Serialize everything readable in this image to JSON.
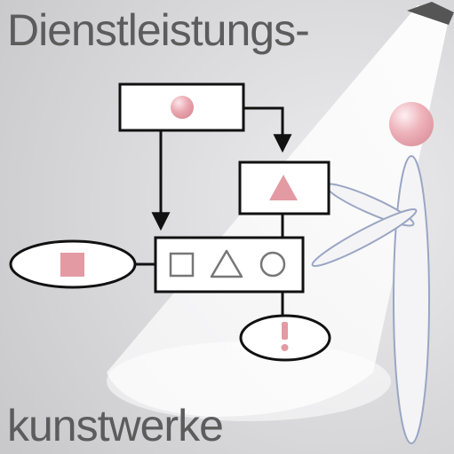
{
  "title": {
    "line1": "Dienstleistungs-",
    "line2": "kunstwerke"
  },
  "icons": {
    "top_box": "circle-icon",
    "middle_box": "triangle-icon",
    "left_ellipse": "square-icon",
    "bottom_ellipse": "exclamation-icon",
    "center_box": [
      "square-outline-icon",
      "triangle-outline-icon",
      "circle-outline-icon"
    ],
    "figure": "stick-figure-with-spotlight"
  },
  "colors": {
    "background": "#d6d6d8",
    "spotlight": "#f2f2f3",
    "accent_pink": "#e39aa3",
    "outline": "#111111",
    "outline_shapes": "#777777",
    "title_text": "#5c5c5c",
    "figure_outline": "#9aa6c4"
  }
}
